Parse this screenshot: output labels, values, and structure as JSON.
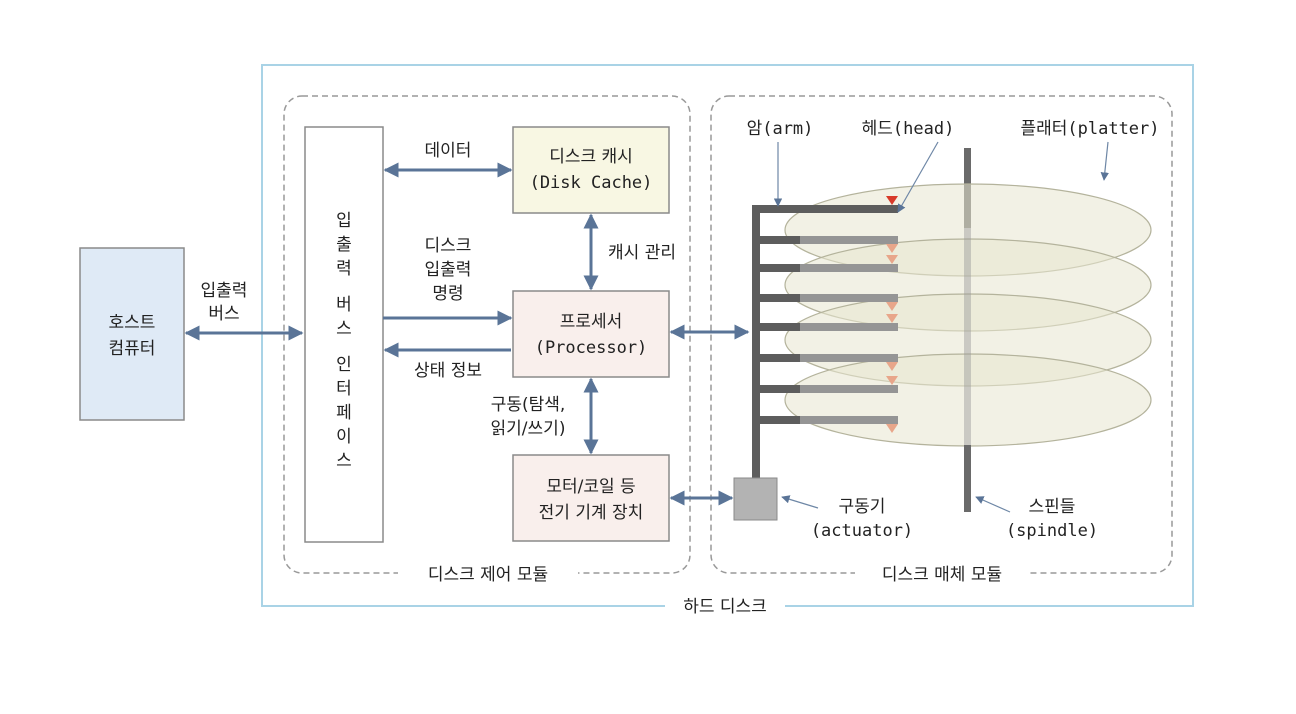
{
  "host": {
    "line1": "호스트",
    "line2": "컴퓨터"
  },
  "host_bus_label": {
    "line1": "입출력",
    "line2": "버스"
  },
  "io_interface": {
    "chars": [
      "입",
      "출",
      "력",
      "버",
      "스",
      "인",
      "터",
      "페",
      "이",
      "스"
    ]
  },
  "disk_cache": {
    "line1": "디스크 캐시",
    "line2": "(Disk Cache)"
  },
  "processor": {
    "line1": "프로세서",
    "line2": "(Processor)"
  },
  "motor": {
    "line1": "모터/코일 등",
    "line2": "전기 기계 장치"
  },
  "labels": {
    "data": "데이터",
    "command_1": "디스크",
    "command_2": "입출력",
    "command_3": "명령",
    "status": "상태 정보",
    "cache_mgmt": "캐시 관리",
    "drive_1": "구동(탐색,",
    "drive_2": "읽기/쓰기)"
  },
  "control_module_label": "디스크 제어 모듈",
  "media_module_label": "디스크 매체 모듈",
  "hard_disk_label": "하드 디스크",
  "media": {
    "arm": "암(arm)",
    "head": "헤드(head)",
    "platter": "플래터(platter)",
    "actuator_1": "구동기",
    "actuator_2": "(actuator)",
    "spindle_1": "스핀들",
    "spindle_2": "(spindle)"
  },
  "colors": {
    "arrow": "#5a7497",
    "outer_border": "#a9d3e6",
    "host_fill": "#dfeaf6",
    "cache_fill": "#f8f7e3",
    "processor_fill": "#f9efec",
    "platter_fill": "#e8e6cf",
    "arm": "#5d5d5d",
    "head_active": "#d83a2a",
    "head_inactive": "#e8a68a"
  }
}
